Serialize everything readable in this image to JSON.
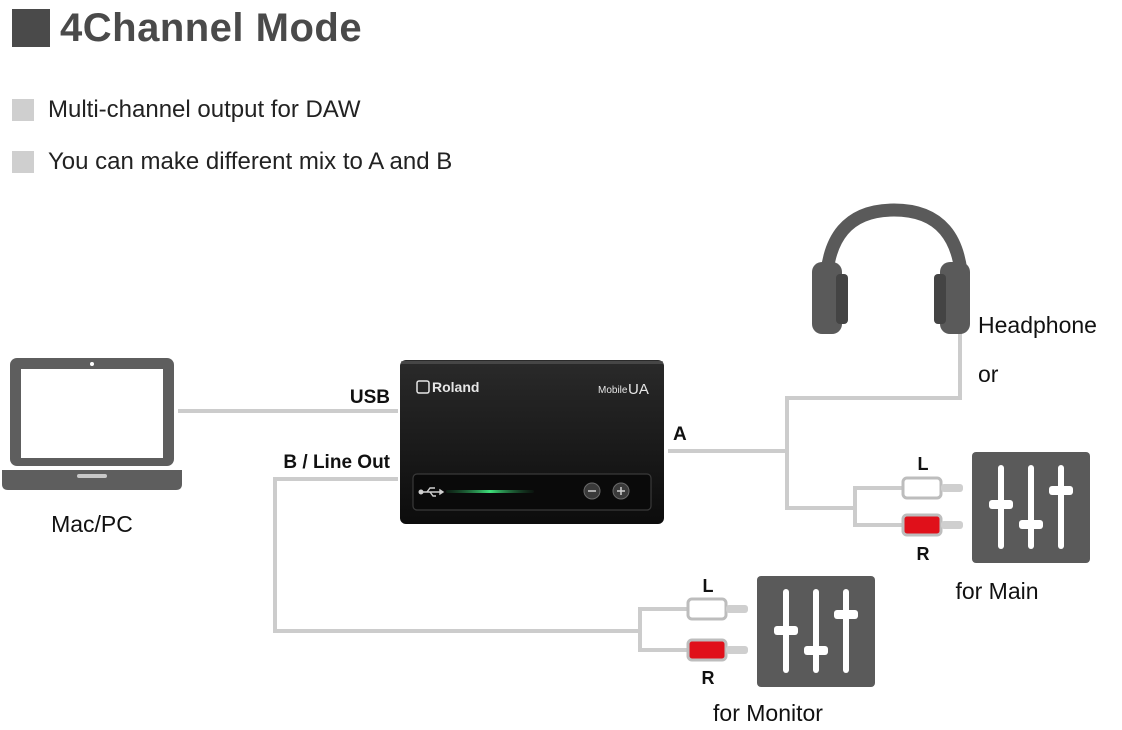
{
  "title": "4Channel Mode",
  "bullets": [
    "Multi-channel output for DAW",
    "You can make different mix to A and B"
  ],
  "labels": {
    "computer": "Mac/PC",
    "usb": "USB",
    "b_line_out": "B / Line Out",
    "a": "A",
    "headphone": "Headphone",
    "or": "or",
    "main_l": "L",
    "main_r": "R",
    "for_main": "for Main",
    "monitor_l": "L",
    "monitor_r": "R",
    "for_monitor": "for Monitor"
  },
  "device": {
    "brand": "Roland",
    "model_prefix": "Mobile",
    "model_suffix": "UA"
  },
  "colors": {
    "title": "#4a4a4a",
    "bullet": "#cfcfcf",
    "cable": "#cccccc",
    "device": "#1a1a1a",
    "mixer": "#5a5a5a",
    "plug_red": "#e0101a",
    "led": "#2fd36a"
  },
  "icons": [
    "laptop-icon",
    "usb-icon",
    "headphone-icon",
    "mixer-icon",
    "rca-plug-icon"
  ]
}
